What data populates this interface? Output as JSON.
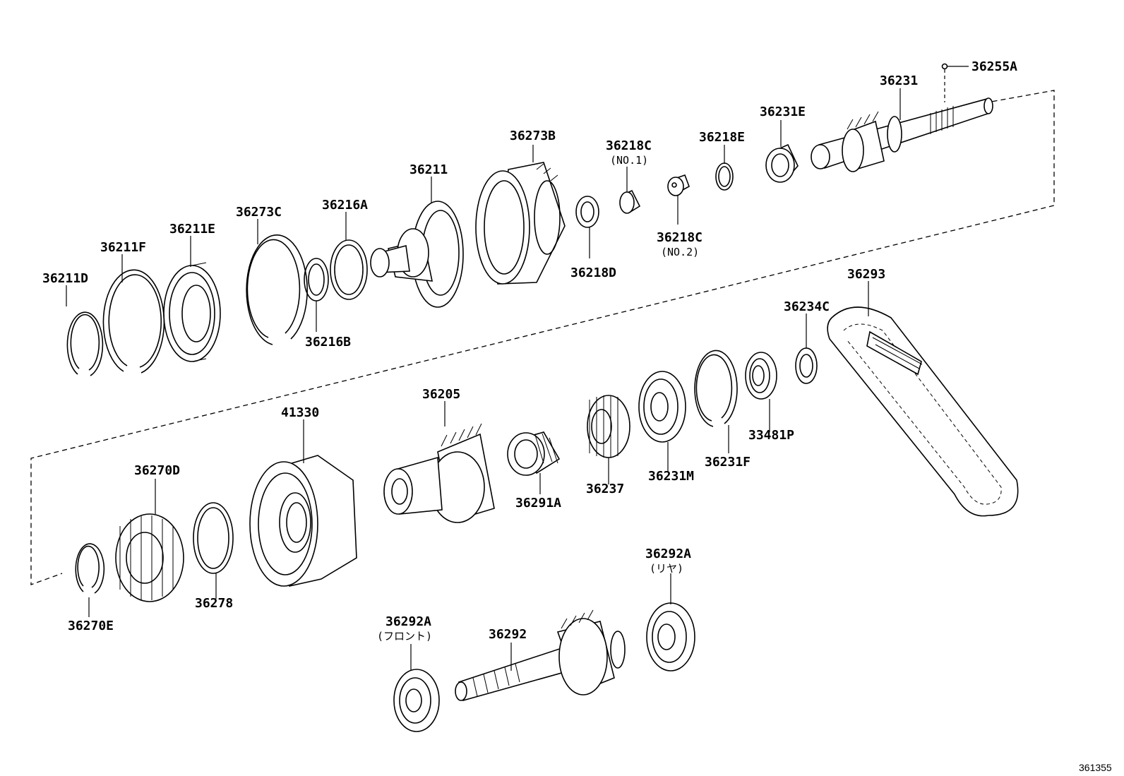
{
  "diagram": {
    "drawing_number": "361355",
    "callouts": {
      "p36255A": "36255A",
      "p36231": "36231",
      "p36231E": "36231E",
      "p36218E": "36218E",
      "p36218C_1": "36218C",
      "p36218C_1_note": "(NO.1)",
      "p36218C_2": "36218C",
      "p36218C_2_note": "(NO.2)",
      "p36273B": "36273B",
      "p36218D": "36218D",
      "p36211": "36211",
      "p36216A": "36216A",
      "p36216B": "36216B",
      "p36273C": "36273C",
      "p36211E": "36211E",
      "p36211F": "36211F",
      "p36211D": "36211D",
      "p36293": "36293",
      "p36234C": "36234C",
      "p33481P": "33481P",
      "p36231F": "36231F",
      "p36231M": "36231M",
      "p36237": "36237",
      "p36291A": "36291A",
      "p36205": "36205",
      "p41330": "41330",
      "p36270D": "36270D",
      "p36278": "36278",
      "p36270E": "36270E",
      "p36292A_rear": "36292A",
      "p36292A_rear_note": "(リヤ)",
      "p36292A_front": "36292A",
      "p36292A_front_note": "(フロント)",
      "p36292": "36292"
    }
  }
}
